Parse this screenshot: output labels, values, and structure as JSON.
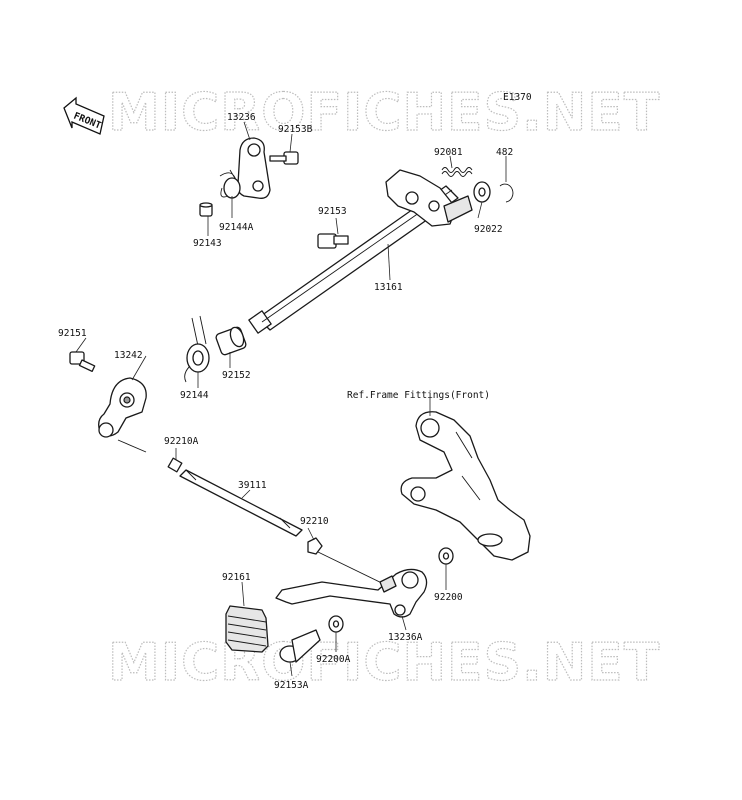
{
  "diagram_code": "E1370",
  "watermark": "MICROFICHES.NET",
  "front_arrow": "FRONT",
  "ref_note": "Ref.Frame Fittings(Front)",
  "parts": {
    "p13236": "13236",
    "p92153B": "92153B",
    "p92144A": "92144A",
    "p92143": "92143",
    "p92081": "92081",
    "p482": "482",
    "p92153": "92153",
    "p92022": "92022",
    "p13161": "13161",
    "p92151": "92151",
    "p13242": "13242",
    "p92152": "92152",
    "p92144": "92144",
    "p92210A": "92210A",
    "p39111": "39111",
    "p92210": "92210",
    "p92161": "92161",
    "p92200": "92200",
    "p13236A": "13236A",
    "p92200A": "92200A",
    "p92153A": "92153A"
  }
}
